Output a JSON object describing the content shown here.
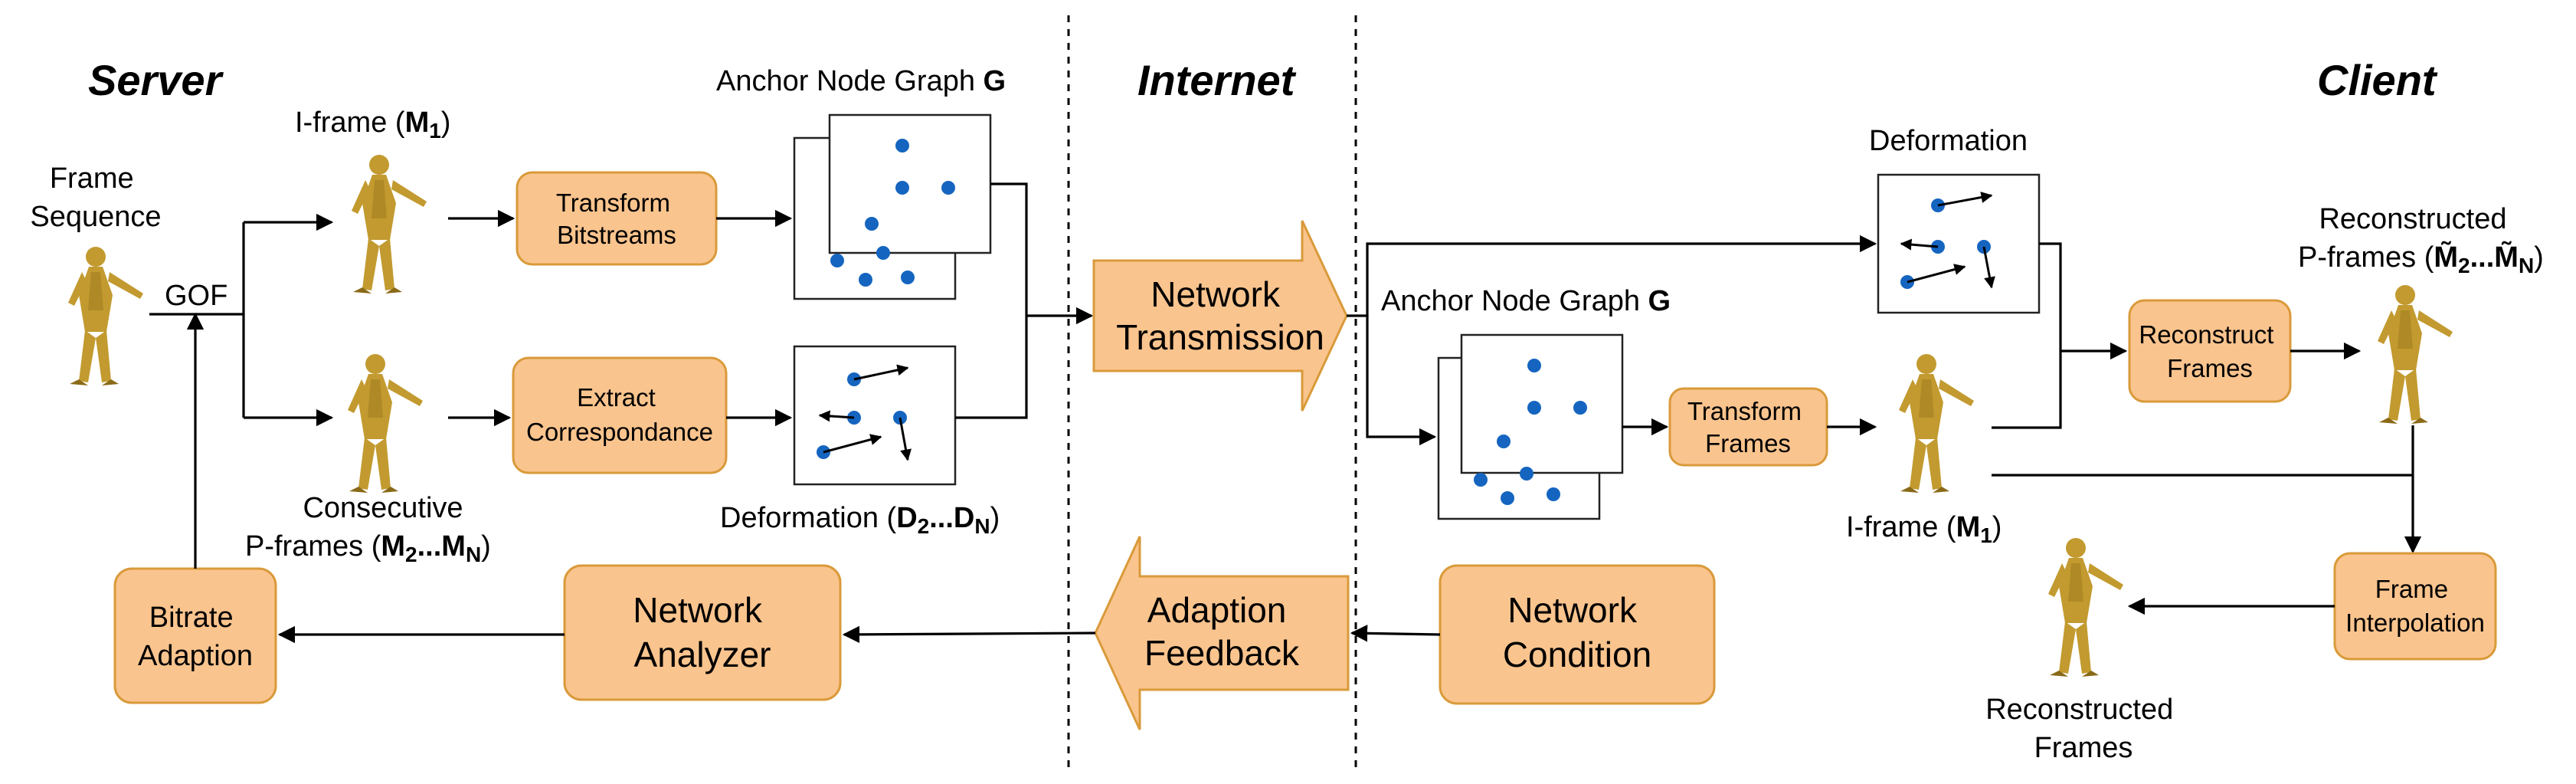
{
  "sections": {
    "server": "Server",
    "internet": "Internet",
    "client": "Client"
  },
  "server": {
    "frame_sequence": [
      "Frame",
      "Sequence"
    ],
    "gof": "GOF",
    "iframe": {
      "text": "I-frame (",
      "sym": "M",
      "sub": "1",
      "close": ")"
    },
    "pframes": {
      "line1": "Consecutive",
      "text": "P-frames (",
      "sym1": "M",
      "sub1": "2",
      "dots": "...",
      "sym2": "M",
      "sub2": "N",
      "close": ")"
    },
    "transform_bitstreams": [
      "Transform",
      "Bitstreams"
    ],
    "extract_correspondance": [
      "Extract",
      "Correspondance"
    ],
    "anchor_graph": {
      "text": "Anchor Node Graph ",
      "sym": "G"
    },
    "deformation": {
      "text": "Deformation (",
      "sym1": "D",
      "sub1": "2",
      "dots": "...",
      "sym2": "D",
      "sub2": "N",
      "close": ")"
    },
    "bitrate_adaption": [
      "Bitrate",
      "Adaption"
    ],
    "network_analyzer": [
      "Network",
      "Analyzer"
    ]
  },
  "internet": {
    "network_transmission": [
      "Network",
      "Transmission"
    ],
    "adaption_feedback": [
      "Adaption",
      "Feedback"
    ]
  },
  "client": {
    "deformation": "Deformation",
    "anchor_graph": {
      "text": "Anchor Node Graph ",
      "sym": "G"
    },
    "transform_frames": [
      "Transform",
      "Frames"
    ],
    "iframe": {
      "text": "I-frame (",
      "sym": "M",
      "sub": "1",
      "close": ")"
    },
    "reconstruct_frames": [
      "Reconstruct",
      "Frames"
    ],
    "reconstructed_pframes": {
      "line1": "Reconstructed",
      "text": "P-frames (",
      "sym1": "M̃",
      "sub1": "2",
      "dots": "...",
      "sym2": "M̃",
      "sub2": "N",
      "close": ")"
    },
    "frame_interpolation": [
      "Frame",
      "Interpolation"
    ],
    "reconstructed_frames": [
      "Reconstructed",
      "Frames"
    ],
    "network_condition": [
      "Network",
      "Condition"
    ]
  },
  "colors": {
    "box_fill": "#fac48e",
    "box_stroke": "#d99a3a",
    "dot": "#1565c0",
    "figure": "#c29a2f"
  },
  "icons": {
    "figure": "human-figure-icon",
    "dots": "anchor-node-dots",
    "arrows": "deformation-vector-arrows"
  }
}
